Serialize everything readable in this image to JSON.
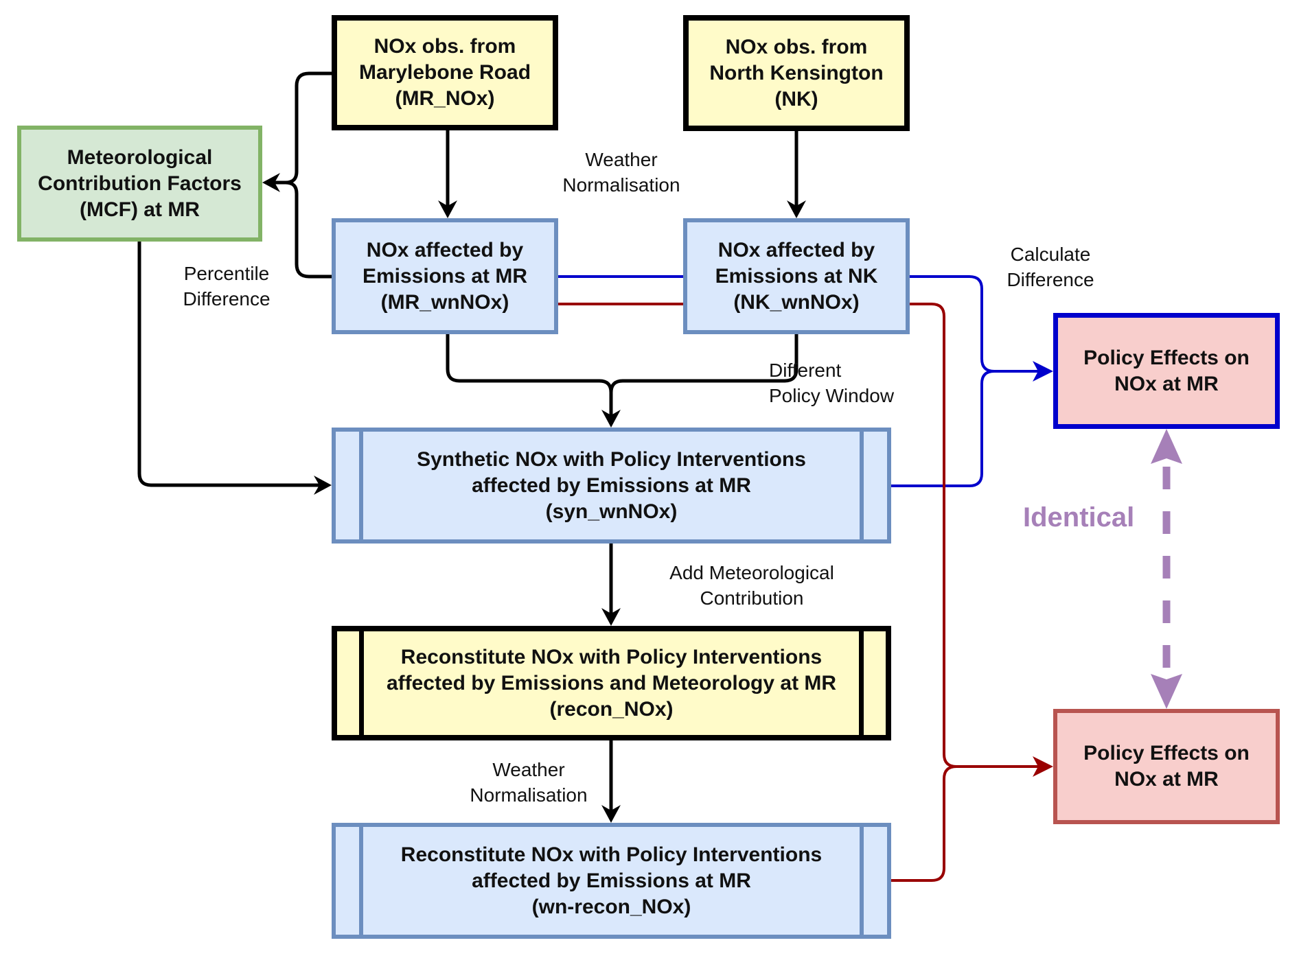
{
  "nodes": {
    "mr_obs": {
      "text": "NOx obs. from\nMarylebone Road\n(MR_NOx)"
    },
    "nk_obs": {
      "text": "NOx obs. from\nNorth Kensington\n(NK)"
    },
    "mcf": {
      "text": "Meteorological\nContribution Factors\n(MCF) at MR"
    },
    "mr_wn": {
      "text": "NOx affected by\nEmissions at MR\n(MR_wnNOx)"
    },
    "nk_wn": {
      "text": "NOx affected by\nEmissions at NK\n(NK_wnNOx)"
    },
    "syn_wn": {
      "text": "Synthetic NOx with Policy Interventions\naffected by Emissions at MR\n(syn_wnNOx)"
    },
    "recon": {
      "text": "Reconstitute NOx with Policy Interventions\naffected by Emissions and Meteorology at MR\n(recon_NOx)"
    },
    "wn_recon": {
      "text": "Reconstitute NOx with Policy Interventions\naffected by Emissions at MR\n(wn-recon_NOx)"
    },
    "policy_blue": {
      "text": "Policy Effects on\nNOx at MR"
    },
    "policy_red": {
      "text": "Policy Effects on\nNOx at MR"
    }
  },
  "edge_labels": {
    "weather_norm_top": "Weather\nNormalisation",
    "percentile_diff": "Percentile\nDifference",
    "calc_diff": "Calculate\nDifference",
    "diff_window": "Different\nPolicy Window",
    "add_met": "Add Meteorological\nContribution",
    "weather_norm_bottom": "Weather\nNormalisation",
    "identical": "Identical"
  },
  "colors": {
    "black_edge": "#000000",
    "blue_edge": "#0000cc",
    "red_edge": "#990000",
    "identical": "#a680b8"
  }
}
